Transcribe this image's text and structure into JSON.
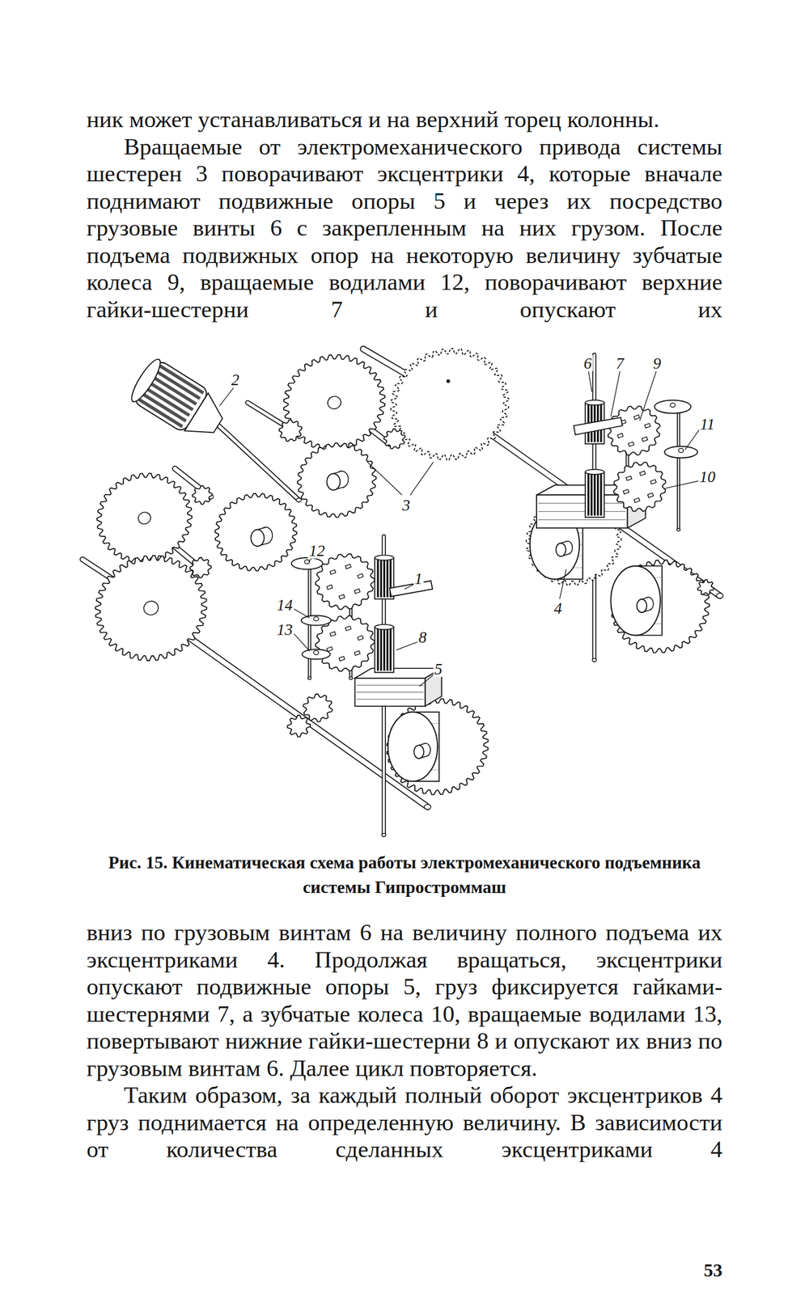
{
  "diagram": {
    "caption": "Рис. 15. Кинематическая схема работы электромеханического подъемника системы Гипростроммаш",
    "labels": [
      "ник может устанавливаться и на верхний торец колонны.",
      "Вращаемые от электромеханического привода системы шестерен 3 поворачивают эксцентрики 4, которые вначале поднимают подвижные опоры 5 и через их посредство грузовые винты 6 с закрепленным на них грузом. После подъема подвижных опор на некоторую величину зубчатые колеса 9, вращаемые водилами 12, поворачивают верхние гайки-шестерни 7 и опускают их",
      "вниз по грузовым винтам 6 на величину полного подъема их эксцентриками 4. Продолжая вращаться, эксцентрики опускают подвижные опоры 5, груз фиксируется гайками-шестернями 7, а зубчатые колеса 10, вращаемые водилами 13, повертывают нижние гайки-шестерни 8 и опускают их вниз по грузовым винтам 6. Далее цикл повторяется.",
      "Таким образом, за каждый полный оборот эксцентриков 4 груз поднимается на определенную величину. В зависимости от количества сделанных эксцентриками 4",
      "2",
      "3",
      "6",
      "7",
      "9",
      "11",
      "10",
      "4",
      "12",
      "1",
      "14",
      "13",
      "8",
      "5",
      "53"
    ]
  }
}
